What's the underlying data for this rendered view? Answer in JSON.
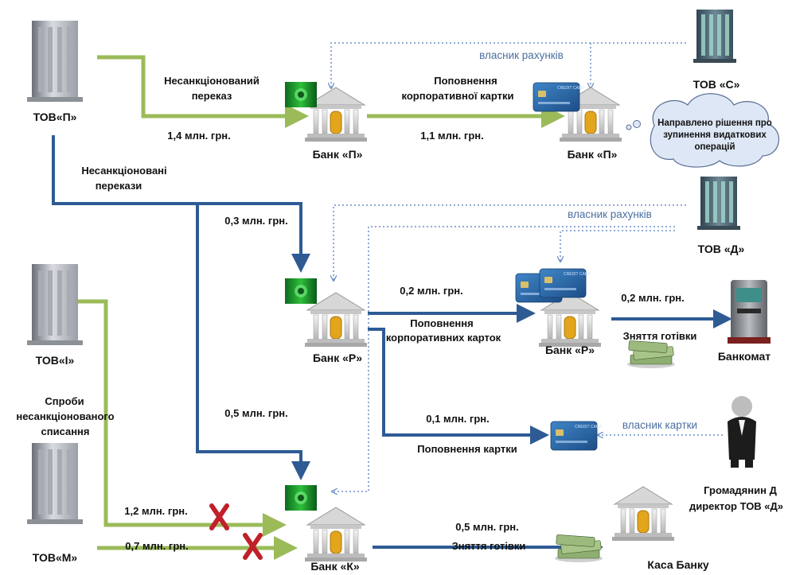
{
  "entities": {
    "tov_p": "ТОВ«П»",
    "tov_i": "ТОВ«І»",
    "tov_m": "ТОВ«М»",
    "tov_s": "ТОВ «С»",
    "tov_d": "ТОВ «Д»",
    "bank_p1": "Банк «П»",
    "bank_p2": "Банк «П»",
    "bank_r1": "Банк «Р»",
    "bank_r2": "Банк «Р»",
    "bank_k": "Банк «К»",
    "atm": "Банкомат",
    "cash_desk": "Каса Банку",
    "citizen_line1": "Громадянин Д",
    "citizen_line2": "директор ТОВ «Д»"
  },
  "labels": {
    "unsanctioned_transfer_1": "Несанкціонований",
    "unsanctioned_transfer_2": "переказ",
    "amount_1_4": "1,4 млн. грн.",
    "topup_corp_card_1": "Поповнення",
    "topup_corp_card_2": "корпоративної картки",
    "amount_1_1": "1,1 млн. грн.",
    "account_owner_1": "власник рахунків",
    "cloud_note": "Направлено рішення про зупинення видаткових операцій",
    "unsanctioned_transfers_1": "Несанкціоновані",
    "unsanctioned_transfers_2": "перекази",
    "amount_0_3": "0,3 млн. грн.",
    "account_owner_2": "власник рахунків",
    "amount_0_2_a": "0,2 млн. грн.",
    "topup_corp_cards_1": "Поповнення",
    "topup_corp_cards_2": "корпоративних карток",
    "amount_0_2_b": "0,2 млн. грн.",
    "cash_withdrawal_1": "Зняття готівки",
    "attempts_1": "Спроби",
    "attempts_2": "несанкціонованого",
    "attempts_3": "списання",
    "amount_0_5_a": "0,5 млн. грн.",
    "amount_0_1": "0,1 млн. грн.",
    "topup_card": "Поповнення  картки",
    "card_owner": "власник картки",
    "amount_1_2": "1,2 млн. грн.",
    "amount_0_7": "0,7 млн. грн.",
    "amount_0_5_b": "0,5 млн. грн.",
    "cash_withdrawal_2": "Зняття готівки"
  },
  "colors": {
    "green_flow": "#9bbb59",
    "blue_flow": "#2e5b94",
    "dotted": "#6d8fc7",
    "blocked": "#c0202a",
    "cloud": "#dde7f6"
  }
}
